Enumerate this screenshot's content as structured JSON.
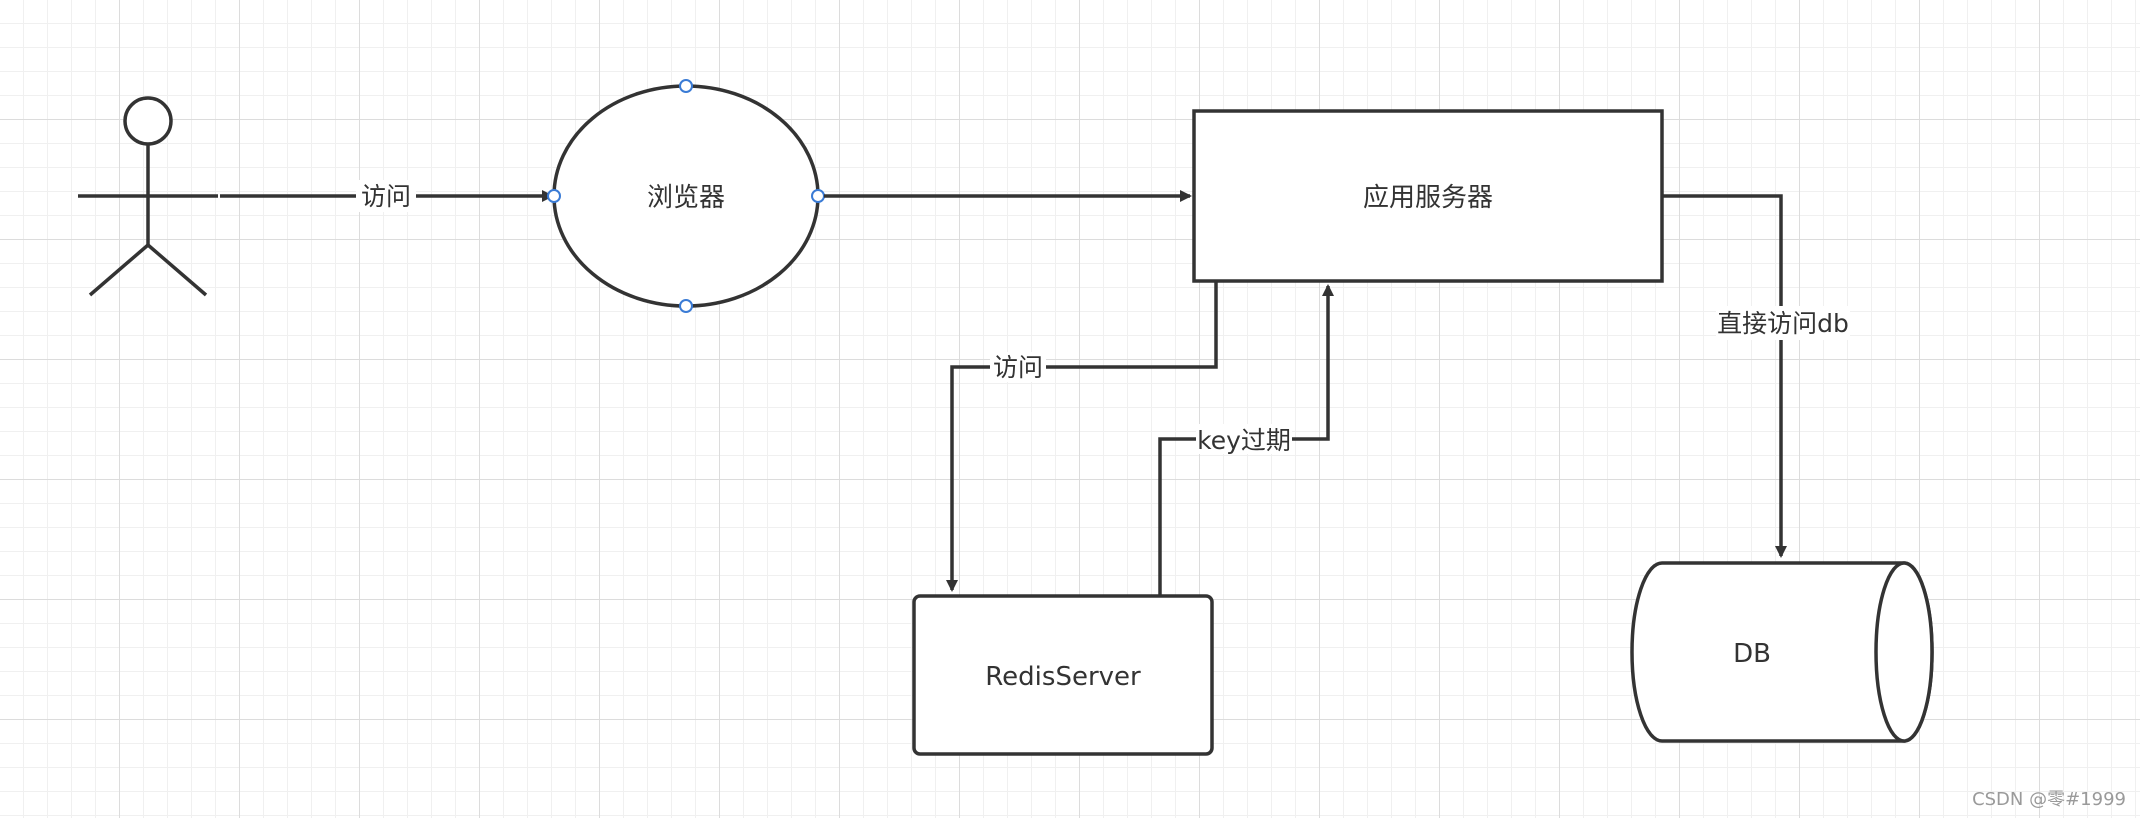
{
  "diagram": {
    "nodes": {
      "browser": "浏览器",
      "app_server": "应用服务器",
      "redis": "RedisServer",
      "db": "DB"
    },
    "edges": {
      "user_to_browser": "访问",
      "app_to_redis": "访问",
      "redis_to_app": "key过期",
      "app_to_db": "直接访问db"
    },
    "colors": {
      "stroke": "#333333",
      "grid": "#dcdcdc",
      "selection_handle": "#3a7bd5"
    }
  },
  "watermark": "CSDN @零#1999"
}
